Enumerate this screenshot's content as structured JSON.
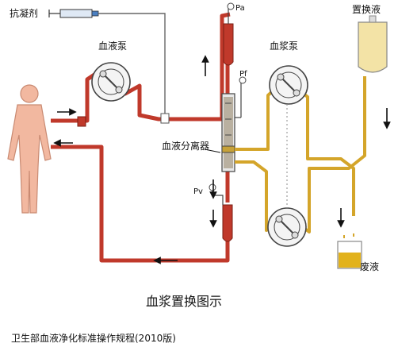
{
  "labels": {
    "anticoagulant": "抗凝剂",
    "blood_pump_left": "血液泵",
    "plasma_pump": "血浆泵",
    "replacement_fluid": "置换液",
    "separator": "血液分离器",
    "waste_fluid": "废液",
    "pa": "Pa",
    "pf": "Pf",
    "pv": "Pv"
  },
  "caption": "血浆置换图示",
  "footer": "卫生部血液净化标准操作规程(2010版)",
  "colors": {
    "blood_line": "#c0392b",
    "plasma_line": "#d4a52a",
    "replacement_bag": "#f3e3a6",
    "waste_fluid": "#e2b21c",
    "person": "#f2b8a0",
    "person_outline": "#c98a72"
  }
}
